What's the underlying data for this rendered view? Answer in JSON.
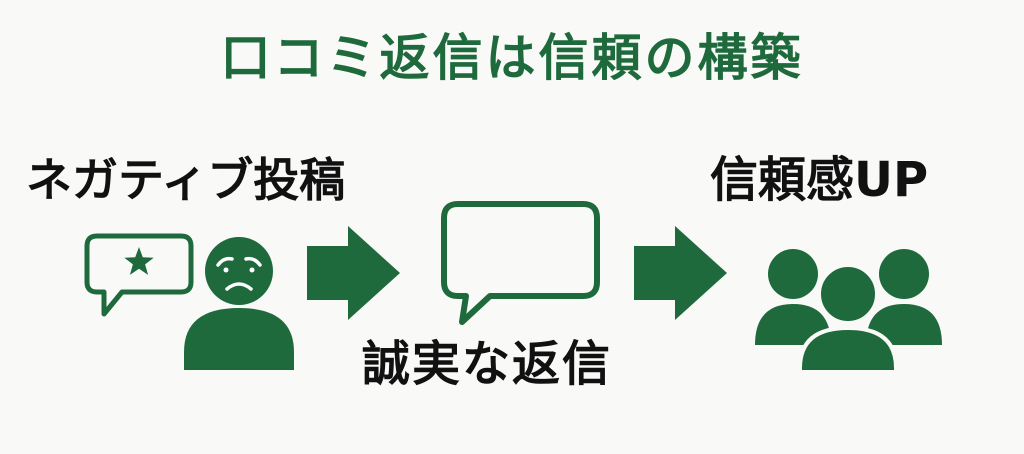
{
  "title": "口コミ返信は信頼の構築",
  "steps": {
    "negative": {
      "label": "ネガティブ投稿"
    },
    "reply": {
      "label": "誠実な返信"
    },
    "trust": {
      "label": "信頼感UP"
    }
  },
  "icons": {
    "review": "star-speech-bubble-icon",
    "person": "sad-person-icon",
    "arrow": "right-arrow-icon",
    "reply": "speech-bubble-icon",
    "group": "people-group-icon"
  },
  "colors": {
    "accent": "#1e6a3c",
    "text": "#111111",
    "background": "#f9f9f7"
  }
}
